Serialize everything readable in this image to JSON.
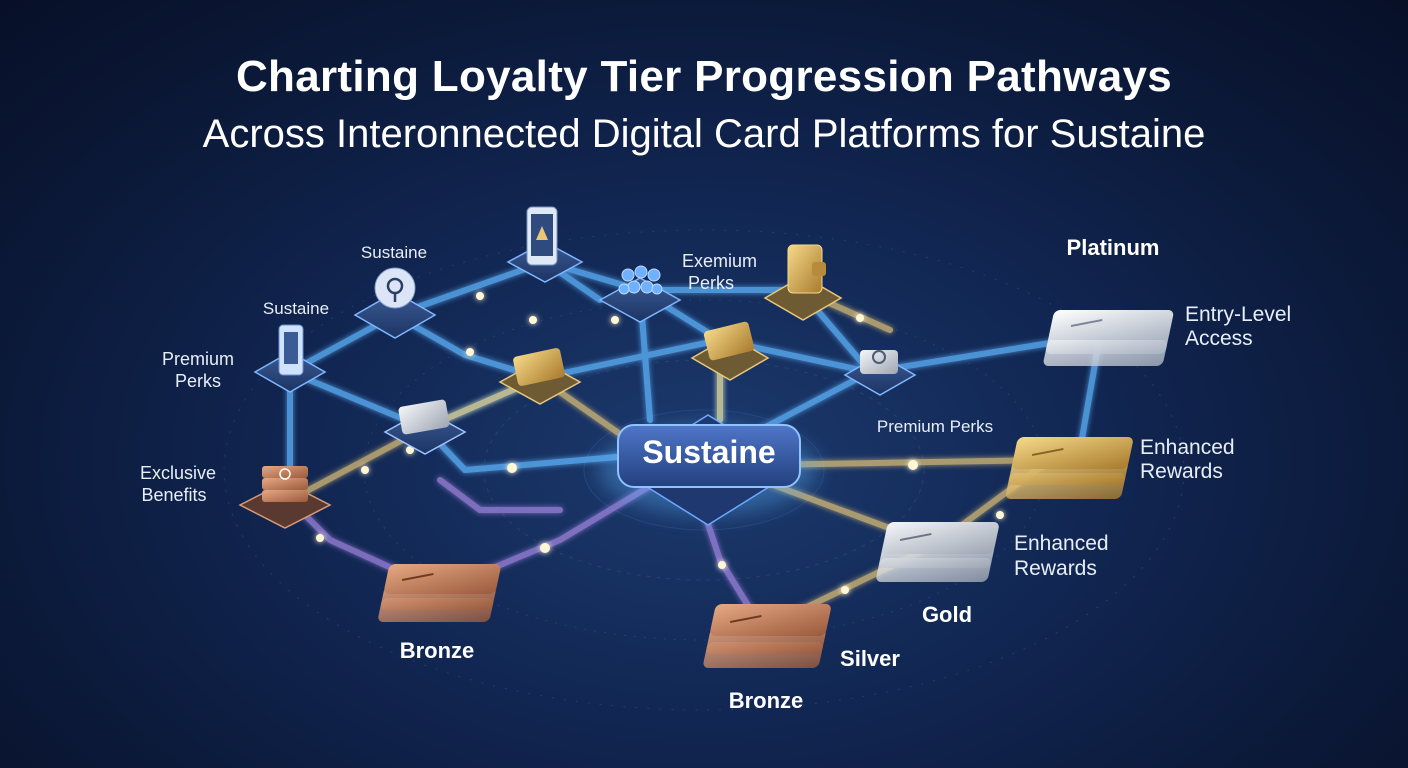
{
  "title": {
    "line1": "Charting Loyalty Tier Progression Pathways",
    "line2": "Across Interonnected Digital Card Platforms for Sustaine"
  },
  "hub": {
    "label": "Sustaine"
  },
  "labels": {
    "sustaine_top": "Sustaine",
    "sustaine_left": "Sustaine",
    "premium_perks_left_1": "Premium",
    "premium_perks_left_2": "Perks",
    "exemium_perks_1": "Exemium",
    "exemium_perks_2": "Perks",
    "platinum": "Platinum",
    "entry_level_1": "Entry-Level",
    "entry_level_2": "Access",
    "premium_perks_right": "Premium Perks",
    "exclusive_benefits_1": "Exclusive",
    "exclusive_benefits_2": "Benefits",
    "enhanced_rewards_a_1": "Enhanced",
    "enhanced_rewards_a_2": "Rewards",
    "enhanced_rewards_b_1": "Enhanced",
    "enhanced_rewards_b_2": "Rewards",
    "gold": "Gold",
    "silver": "Silver",
    "bronze_left": "Bronze",
    "bronze_bottom": "Bronze"
  },
  "colors": {
    "bronze": "#c98763",
    "silver": "#cfd5de",
    "gold": "#d9b25a",
    "platinum": "#e3e8ef",
    "path_blue": "#5fb6ff",
    "path_gold": "#e8c878",
    "path_purple": "#a98be8",
    "hub": "#3a5fae"
  },
  "icons": [
    "phone-icon",
    "cloud-icon",
    "mobile-app-icon",
    "cluster-icon",
    "wallet-icon",
    "card-icon"
  ]
}
